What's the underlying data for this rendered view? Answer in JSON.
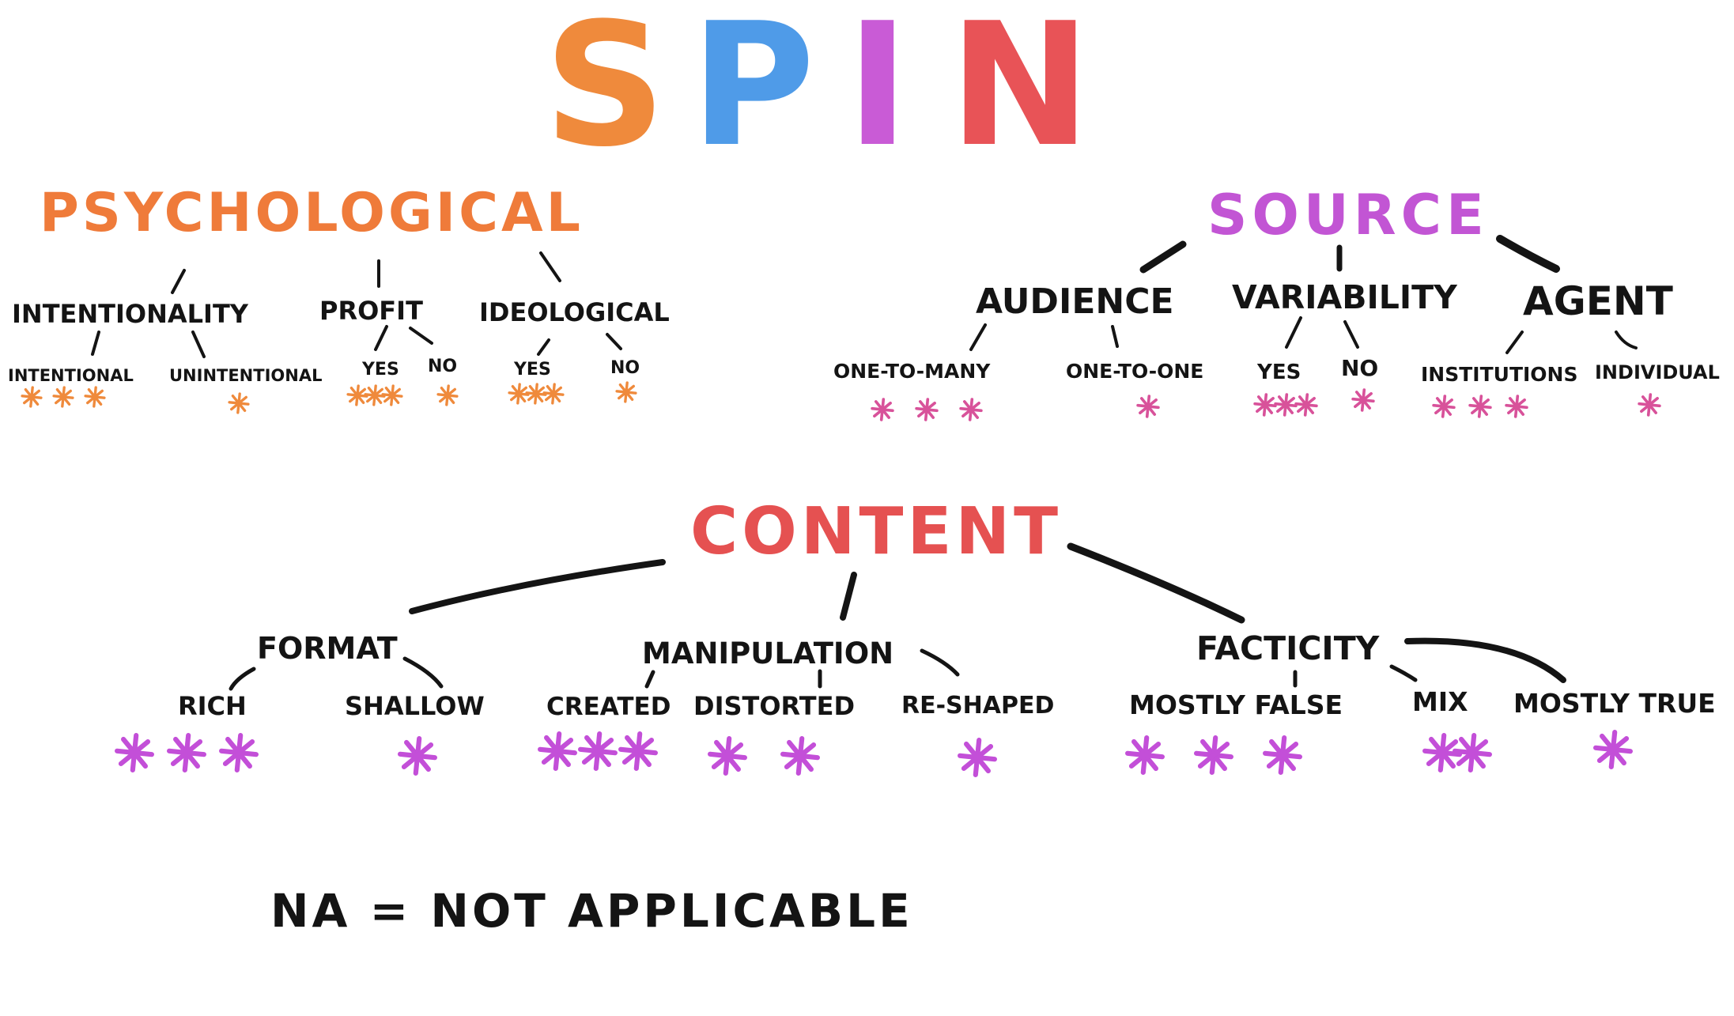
{
  "title": {
    "letters": [
      {
        "ch": "S",
        "color": "#ef8a3c"
      },
      {
        "ch": "P",
        "color": "#4f9be8"
      },
      {
        "ch": "I",
        "color": "#c95bd6"
      },
      {
        "ch": "N",
        "color": "#e85357"
      }
    ]
  },
  "colors": {
    "ink": "#141414",
    "psychological": "#ef7b3a",
    "source": "#c255d4",
    "content": "#e55151",
    "star_orange": "#ef8a3c",
    "star_pink": "#d8529a",
    "star_purple": "#c34fd8"
  },
  "psychological": {
    "label": "PSYCHOLOGICAL",
    "groups": [
      {
        "label": "INTENTIONALITY",
        "children": [
          {
            "label": "INTENTIONAL",
            "stars": 3
          },
          {
            "label": "UNINTENTIONAL",
            "stars": 1
          }
        ]
      },
      {
        "label": "PROFIT",
        "children": [
          {
            "label": "YES",
            "stars": 3
          },
          {
            "label": "NO",
            "stars": 1
          }
        ]
      },
      {
        "label": "IDEOLOGICAL",
        "children": [
          {
            "label": "YES",
            "stars": 3
          },
          {
            "label": "NO",
            "stars": 1
          }
        ]
      }
    ]
  },
  "source": {
    "label": "SOURCE",
    "groups": [
      {
        "label": "AUDIENCE",
        "children": [
          {
            "label": "ONE-TO-MANY",
            "stars": 3
          },
          {
            "label": "ONE-TO-ONE",
            "stars": 1
          }
        ]
      },
      {
        "label": "VARIABILITY",
        "children": [
          {
            "label": "YES",
            "stars": 3
          },
          {
            "label": "NO",
            "stars": 1
          }
        ]
      },
      {
        "label": "AGENT",
        "children": [
          {
            "label": "INSTITUTIONS",
            "stars": 3
          },
          {
            "label": "INDIVIDUAL",
            "stars": 1
          }
        ]
      }
    ]
  },
  "content": {
    "label": "CONTENT",
    "groups": [
      {
        "label": "FORMAT",
        "children": [
          {
            "label": "RICH",
            "stars": 3
          },
          {
            "label": "SHALLOW",
            "stars": 1
          }
        ]
      },
      {
        "label": "MANIPULATION",
        "children": [
          {
            "label": "CREATED",
            "stars": 3
          },
          {
            "label": "DISTORTED",
            "stars": 2
          },
          {
            "label": "RE-SHAPED",
            "stars": 1
          }
        ]
      },
      {
        "label": "FACTICITY",
        "children": [
          {
            "label": "MOSTLY FALSE",
            "stars": 3
          },
          {
            "label": "MIX",
            "stars": 2
          },
          {
            "label": "MOSTLY TRUE",
            "stars": 1
          }
        ]
      }
    ]
  },
  "footnote": "NA = NOT APPLICABLE"
}
